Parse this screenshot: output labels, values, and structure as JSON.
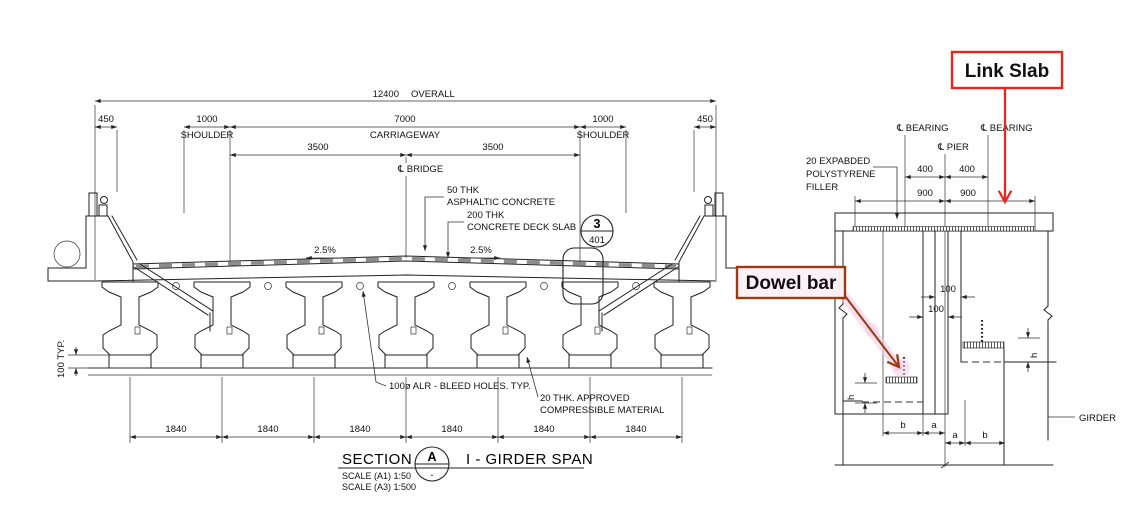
{
  "main": {
    "dim_overall_value": "12400",
    "dim_overall_label": "OVERALL",
    "dim_edge_left": "450",
    "dim_edge_right": "450",
    "dim_shoulder_left": "1000",
    "label_shoulder_left": "SHOULDER",
    "dim_carriageway": "7000",
    "label_carriageway": "CARRIAGEWAY",
    "dim_shoulder_right": "1000",
    "label_shoulder_right": "SHOULDER",
    "dim_half_left": "3500",
    "dim_half_right": "3500",
    "cl_bridge": "℄ BRIDGE",
    "slope_left": "2.5%",
    "slope_right": "2.5%",
    "asphalt_line1": "50 THK",
    "asphalt_line2": "ASPHALTIC CONCRETE",
    "deck_line1": "200 THK",
    "deck_line2": "CONCRETE DECK SLAB",
    "detail_bubble_top": "3",
    "detail_bubble_bottom": "401",
    "typ_100": "100 TYP.",
    "bleed_note": "100ø ALR - BLEED HOLES. TYP.",
    "compressible_line1": "20 THK. APPROVED",
    "compressible_line2": "COMPRESSIBLE MATERIAL",
    "spacing": [
      "1840",
      "1840",
      "1840",
      "1840",
      "1840",
      "1840"
    ],
    "title": "SECTION",
    "title_bubble_top": "A",
    "title_bubble_bottom": "-",
    "subtitle": "I - GIRDER SPAN",
    "scale_a1": "SCALE (A1) 1:50",
    "scale_a3": "SCALE (A3) 1:500"
  },
  "detail": {
    "callout_link_slab": "Link Slab",
    "callout_dowel_bar": "Dowel bar",
    "cl_bearing_left": "℄ BEARING",
    "cl_bearing_right": "℄ BEARING",
    "cl_pier": "℄ PIER",
    "filler_line1": "20 EXPABDED",
    "filler_line2": "POLYSTYRENE",
    "filler_line3": "FILLER",
    "dim_400_left": "400",
    "dim_400_right": "400",
    "dim_900_left": "900",
    "dim_900_right": "900",
    "dim_100_upper": "100",
    "dim_100_lower": "100",
    "dim_h_left": "h",
    "dim_h_right": "h",
    "dim_b_left": "b",
    "dim_a_left": "a",
    "dim_a_right": "a",
    "dim_b_right": "b",
    "label_girder": "GIRDER"
  },
  "colors": {
    "accent_red": "#e8251f",
    "callout_brown": "#9c3a10",
    "highlight_pink": "#f2c7e5",
    "line": "#222222",
    "background": "#ffffff"
  }
}
